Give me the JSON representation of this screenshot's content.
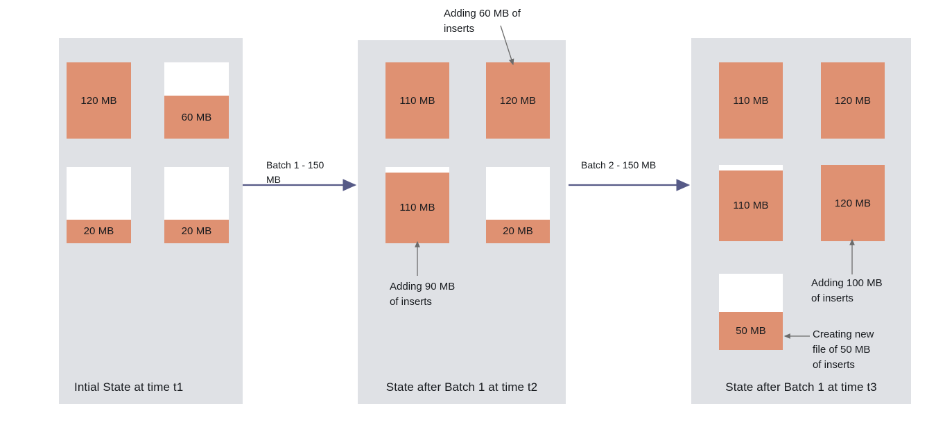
{
  "diagram": {
    "title": "Compaction / insert batching state diagram",
    "colors": {
      "panel_bg": "#dfe1e5",
      "file_fill": "#df9172",
      "file_empty": "#ffffff",
      "arrow": "#565a87",
      "connector": "#6b6b6b",
      "text": "#16191d"
    }
  },
  "panels": [
    {
      "id": "panel-1",
      "caption": "Intial State at time t1",
      "files": [
        {
          "name": "file-1",
          "label": "120 MB",
          "fill_percent": 100
        },
        {
          "name": "file-2",
          "label": "60 MB",
          "fill_percent": 56
        },
        {
          "name": "file-3",
          "label": "20 MB",
          "fill_percent": 31
        },
        {
          "name": "file-4",
          "label": "20 MB",
          "fill_percent": 31
        }
      ]
    },
    {
      "id": "panel-2",
      "caption": "State after Batch 1 at time t2",
      "files": [
        {
          "name": "file-1",
          "label": "110 MB",
          "fill_percent": 100
        },
        {
          "name": "file-2",
          "label": "120 MB",
          "fill_percent": 100
        },
        {
          "name": "file-3",
          "label": "110 MB",
          "fill_percent": 93
        },
        {
          "name": "file-4",
          "label": "20 MB",
          "fill_percent": 31
        }
      ]
    },
    {
      "id": "panel-3",
      "caption": "State after Batch 1 at time t3",
      "files": [
        {
          "name": "file-1",
          "label": "110 MB",
          "fill_percent": 100
        },
        {
          "name": "file-2",
          "label": "120 MB",
          "fill_percent": 100
        },
        {
          "name": "file-3",
          "label": "110 MB",
          "fill_percent": 93
        },
        {
          "name": "file-4",
          "label": "120 MB",
          "fill_percent": 100
        },
        {
          "name": "file-5",
          "label": "50 MB",
          "fill_percent": 50
        }
      ]
    }
  ],
  "arrows": [
    {
      "name": "batch-1-arrow",
      "label": "Batch 1  - 150\nMB"
    },
    {
      "name": "batch-2-arrow",
      "label": "Batch 2 - 150 MB"
    }
  ],
  "annotations": [
    {
      "name": "adding-60mb-note",
      "text": "Adding 60 MB of\ninserts"
    },
    {
      "name": "adding-90mb-note",
      "text": "Adding 90 MB\nof inserts"
    },
    {
      "name": "adding-100mb-note",
      "text": "Adding 100 MB\nof inserts"
    },
    {
      "name": "creating-new-file-note",
      "text": "Creating new\nfile of 50  MB\nof inserts"
    }
  ]
}
